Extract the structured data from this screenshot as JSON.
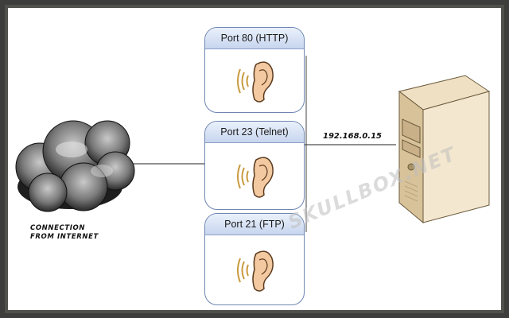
{
  "cloud": {
    "label_line1": "CONNECTION",
    "label_line2": "FROM INTERNET"
  },
  "ports": [
    {
      "label": "Port 80 (HTTP)"
    },
    {
      "label": "Port 23 (Telnet)"
    },
    {
      "label": "Port 21 (FTP)"
    }
  ],
  "server": {
    "ip": "192.168.0.15"
  },
  "watermark": "SKULLBOX.NET",
  "colors": {
    "port_border": "#6f86b3",
    "port_header": "#c7d5ee",
    "frame": "#3d3d3b",
    "line": "#222222"
  }
}
